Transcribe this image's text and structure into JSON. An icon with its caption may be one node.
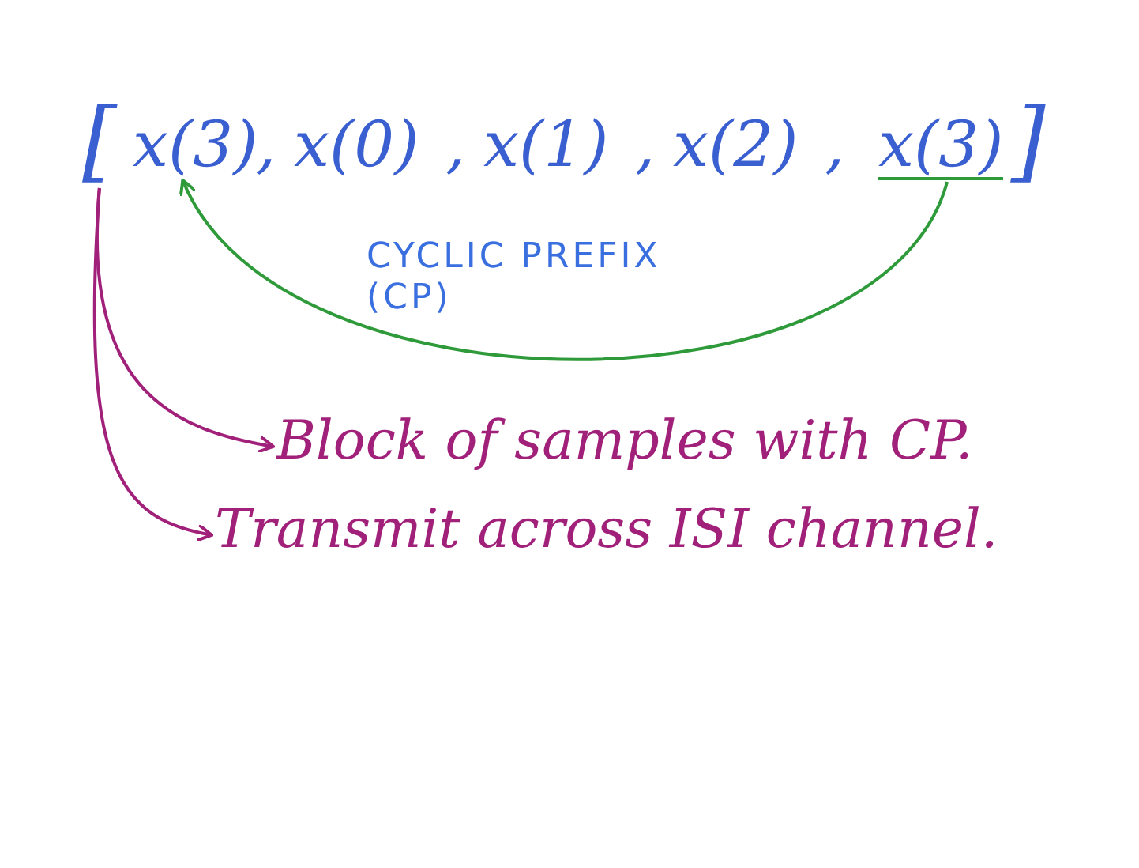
{
  "diagram": {
    "nodes": [
      {
        "text": [
          "["
        ]
      },
      {
        "text": [
          "x(3)"
        ]
      },
      {
        "text": [
          "x(3)"
        ]
      },
      {
        "text": [
          "Block of samples with CP."
        ]
      },
      {
        "text": [
          "Transmit across ISI channel."
        ]
      }
    ],
    "edges": [
      {
        "from": 2,
        "to": 1,
        "arrow": "to",
        "label": "CYCLIC PREFIX (CP)",
        "color": "#2e9a3a"
      },
      {
        "from": 0,
        "to": 3,
        "arrow": "to"
      },
      {
        "from": 0,
        "to": 4,
        "arrow": "to"
      }
    ],
    "labels": [
      ",",
      "x(0)",
      ",",
      "x(1)",
      ",",
      "x(2)",
      ",",
      "]"
    ]
  }
}
